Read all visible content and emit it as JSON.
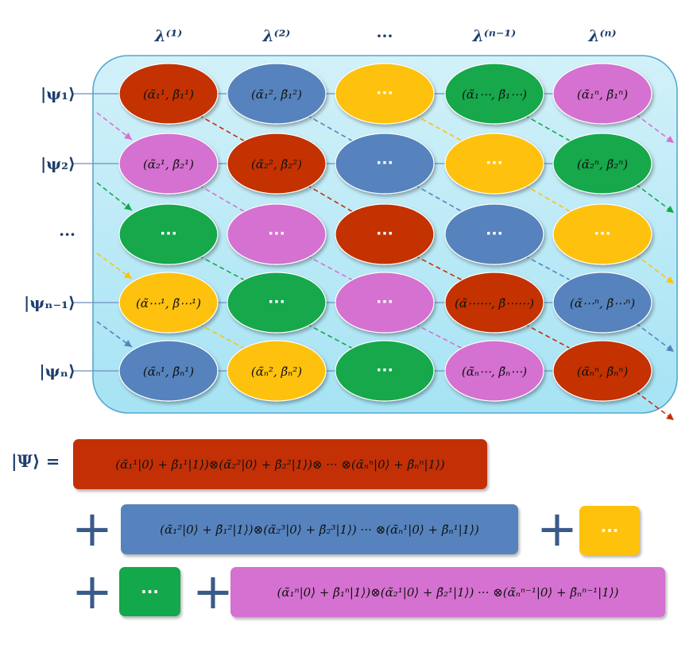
{
  "colors": {
    "red": "#c33006",
    "blue": "#5683bd",
    "yellow": "#fec10c",
    "green": "#13a84b",
    "magenta": "#d571d0",
    "label_blue": "#1f3e6e"
  },
  "column_headers": [
    "λ⁽¹⁾",
    "λ⁽²⁾",
    "···",
    "λ⁽ⁿ⁻¹⁾",
    "λ⁽ⁿ⁾"
  ],
  "row_labels": [
    "|ψ₁⟩",
    "|ψ₂⟩",
    "···",
    "|ψₙ₋₁⟩",
    "|ψₙ⟩"
  ],
  "grid": [
    [
      {
        "c": "red",
        "t": "(α̃₁¹, β̃₁¹)"
      },
      {
        "c": "blue",
        "t": "(α̃₁², β̃₁²)"
      },
      {
        "c": "yellow",
        "t": "···"
      },
      {
        "c": "green",
        "t": "(α̃₁⋯, β̃₁⋯)"
      },
      {
        "c": "magenta",
        "t": "(α̃₁ⁿ, β̃₁ⁿ)"
      }
    ],
    [
      {
        "c": "magenta",
        "t": "(α̃₂¹, β̃₂¹)"
      },
      {
        "c": "red",
        "t": "(α̃₂², β̃₂²)"
      },
      {
        "c": "blue",
        "t": "···"
      },
      {
        "c": "yellow",
        "t": "···"
      },
      {
        "c": "green",
        "t": "(α̃₂ⁿ, β̃₂ⁿ)"
      }
    ],
    [
      {
        "c": "green",
        "t": "···"
      },
      {
        "c": "magenta",
        "t": "···"
      },
      {
        "c": "red",
        "t": "···"
      },
      {
        "c": "blue",
        "t": "···"
      },
      {
        "c": "yellow",
        "t": "···"
      }
    ],
    [
      {
        "c": "yellow",
        "t": "(α̃⋯¹, β̃⋯¹)"
      },
      {
        "c": "green",
        "t": "···"
      },
      {
        "c": "magenta",
        "t": "···"
      },
      {
        "c": "red",
        "t": "(α̃⋯⋯, β̃⋯⋯)"
      },
      {
        "c": "blue",
        "t": "(α̃⋯ⁿ, β̃⋯ⁿ)"
      }
    ],
    [
      {
        "c": "blue",
        "t": "(α̃ₙ¹, β̃ₙ¹)"
      },
      {
        "c": "yellow",
        "t": "(α̃ₙ², β̃ₙ²)"
      },
      {
        "c": "green",
        "t": "···"
      },
      {
        "c": "magenta",
        "t": "(α̃ₙ⋯, β̃ₙ⋯)"
      },
      {
        "c": "red",
        "t": "(α̃ₙⁿ, β̃ₙⁿ)"
      }
    ]
  ],
  "arrow_colors": [
    "magenta",
    "green",
    "yellow",
    "blue"
  ],
  "psi_label": "|Ψ⟩ =",
  "equation_boxes": [
    {
      "c": "red",
      "t": "(α̃₁¹|0⟩ + β̃₁¹|1⟩)⊗(α̃₂²|0⟩ + β̃₂²|1⟩)⊗ ··· ⊗(α̃ₙⁿ|0⟩ + β̃ₙⁿ|1⟩)"
    },
    {
      "c": "blue",
      "t": "(α̃₁²|0⟩ + β̃₁²|1⟩)⊗(α̃₂³|0⟩ + β̃₂³|1⟩) ··· ⊗(α̃ₙ¹|0⟩ + β̃ₙ¹|1⟩)"
    },
    {
      "c": "yellow",
      "t": "···"
    },
    {
      "c": "green",
      "t": "···"
    },
    {
      "c": "magenta",
      "t": "(α̃₁ⁿ|0⟩ + β̃₁ⁿ|1⟩)⊗(α̃₂¹|0⟩ + β̃₂¹|1⟩) ··· ⊗(α̃ₙⁿ⁻¹|0⟩ + β̃ₙⁿ⁻¹|1⟩)"
    }
  ],
  "plus_sign": "+"
}
